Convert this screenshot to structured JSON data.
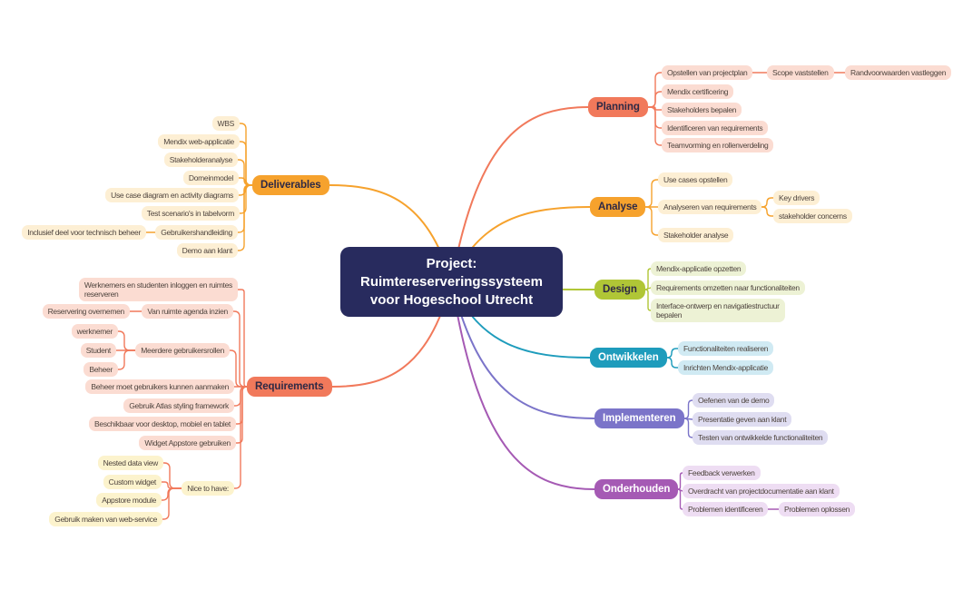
{
  "central": {
    "label": "Project:\nRuimtereserveringssysteem\nvoor Hogeschool Utrecht"
  },
  "map": {
    "right": [
      {
        "label": "Planning",
        "children": [
          {
            "label": "Opstellen van projectplan",
            "children": [
              {
                "label": "Scope vaststellen",
                "children": [
                  {
                    "label": "Randvoorwaarden vastleggen"
                  }
                ]
              }
            ]
          },
          {
            "label": "Mendix certificering"
          },
          {
            "label": "Stakeholders bepalen"
          },
          {
            "label": "Identificeren van requirements"
          },
          {
            "label": "Teamvorming en rollenverdeling"
          }
        ]
      },
      {
        "label": "Analyse",
        "children": [
          {
            "label": "Use cases opstellen"
          },
          {
            "label": "Analyseren van requirements",
            "children": [
              {
                "label": "Key drivers"
              },
              {
                "label": "stakeholder concerns"
              }
            ]
          },
          {
            "label": "Stakeholder analyse"
          }
        ]
      },
      {
        "label": "Design",
        "children": [
          {
            "label": "Mendix-applicatie opzetten"
          },
          {
            "label": "Requirements omzetten naar functionaliteiten"
          },
          {
            "label": "Interface-ontwerp en navigatiestructuur\nbepalen"
          }
        ]
      },
      {
        "label": "Ontwikkelen",
        "children": [
          {
            "label": "Functionaliteiten realiseren"
          },
          {
            "label": "Inrichten Mendix-applicatie"
          }
        ]
      },
      {
        "label": "Implementeren",
        "children": [
          {
            "label": "Oefenen van de demo"
          },
          {
            "label": "Presentatie geven aan klant"
          },
          {
            "label": "Testen van ontwikkelde functionaliteiten"
          }
        ]
      },
      {
        "label": "Onderhouden",
        "children": [
          {
            "label": "Feedback verwerken"
          },
          {
            "label": "Overdracht van projectdocumentatie aan klant"
          },
          {
            "label": "Problemen identificeren",
            "children": [
              {
                "label": "Problemen oplossen"
              }
            ]
          }
        ]
      }
    ],
    "left": [
      {
        "label": "Deliverables",
        "children": [
          {
            "label": "WBS"
          },
          {
            "label": "Mendix web-applicatie"
          },
          {
            "label": "Stakeholderanalyse"
          },
          {
            "label": "Domeinmodel"
          },
          {
            "label": "Use case diagram en activity diagrams"
          },
          {
            "label": "Test scenario's in tabelvorm"
          },
          {
            "label": "Gebruikershandleiding",
            "children": [
              {
                "label": "Inclusief deel voor technisch beheer"
              }
            ]
          },
          {
            "label": "Demo aan klant"
          }
        ]
      },
      {
        "label": "Requirements",
        "children": [
          {
            "label": "Werknemers en studenten inloggen en ruimtes\nreserveren"
          },
          {
            "label": "Van ruimte agenda inzien",
            "children": [
              {
                "label": "Reservering overnemen"
              }
            ]
          },
          {
            "label": "Meerdere gebruikersrollen",
            "children": [
              {
                "label": "werknemer"
              },
              {
                "label": "Student"
              },
              {
                "label": "Beheer"
              }
            ]
          },
          {
            "label": "Beheer moet gebruikers kunnen aanmaken"
          },
          {
            "label": "Gebruik Atlas styling framework"
          },
          {
            "label": "Beschikbaar voor desktop, mobiel en tablet"
          },
          {
            "label": "Widget Appstore gebruiken"
          },
          {
            "label": "Nice to have:",
            "children": [
              {
                "label": "Nested data view"
              },
              {
                "label": "Custom widget"
              },
              {
                "label": "Appstore module"
              },
              {
                "label": "Gebruik maken van web-service"
              }
            ]
          }
        ]
      }
    ]
  },
  "colors": {
    "central_bg": "#282b5e",
    "central_text": "#ffffff",
    "dark_text": "#2e2945",
    "child_text": "#4e443e",
    "branch": {
      "planning": {
        "main": "#f1795b",
        "light": "#fbdcd2",
        "text": "dark"
      },
      "analyse": {
        "main": "#f6a22d",
        "light": "#fdefd4",
        "text": "dark"
      },
      "design": {
        "main": "#b0c636",
        "light": "#edf2d5",
        "text": "dark"
      },
      "ontwikkelen": {
        "main": "#1e9cbc",
        "light": "#d0eaf3",
        "text": "light"
      },
      "implementeren": {
        "main": "#7b74c9",
        "light": "#dfddf1",
        "text": "light"
      },
      "onderhouden": {
        "main": "#a55ab4",
        "light": "#eeddf3",
        "text": "light"
      },
      "deliverables": {
        "main": "#f6a22d",
        "light": "#fdefd4",
        "text": "dark"
      },
      "requirements": {
        "main": "#f1795b",
        "light": "#fbdcd2",
        "text": "dark"
      },
      "nice": {
        "main": "#f1795b",
        "light": "#fcf3cd",
        "text": "dark"
      }
    }
  }
}
